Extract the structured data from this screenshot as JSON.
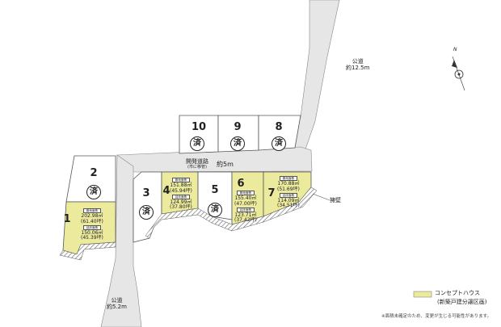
{
  "roads": {
    "north_road": {
      "label": "公道",
      "width": "約12.5m"
    },
    "south_road": {
      "label": "公道",
      "width": "約5.2m"
    },
    "dev_road": {
      "label": "開発道路",
      "note": "(市に移管)",
      "width": "約5m"
    }
  },
  "retaining_wall_label": "擁壁",
  "sold_mark": "済",
  "area_labels": {
    "site": "敷地面積",
    "floor": "延床面積"
  },
  "lots": [
    {
      "no": "1",
      "concept": true,
      "site_area": "202.98㎡",
      "site_tsubo": "(61.40坪)",
      "floor_area": "150.06㎡",
      "floor_tsubo": "(45.39坪)"
    },
    {
      "no": "2",
      "sold": true
    },
    {
      "no": "3",
      "sold": true
    },
    {
      "no": "4",
      "concept": true,
      "site_area": "151.88㎡",
      "site_tsubo": "(45.94坪)",
      "floor_area": "124.99㎡",
      "floor_tsubo": "(37.80坪)"
    },
    {
      "no": "5",
      "sold": true
    },
    {
      "no": "6",
      "concept": true,
      "site_area": "155.40㎡",
      "site_tsubo": "(47.00坪)",
      "floor_area": "123.71㎡",
      "floor_tsubo": "(37.42坪)"
    },
    {
      "no": "7",
      "concept": true,
      "site_area": "170.88㎡",
      "site_tsubo": "(51.69坪)",
      "floor_area": "114.09㎡",
      "floor_tsubo": "(34.51坪)"
    },
    {
      "no": "8",
      "sold": true
    },
    {
      "no": "9",
      "sold": true
    },
    {
      "no": "10",
      "sold": true
    }
  ],
  "compass": {
    "label": "N",
    "icon": "north-arrow-icon"
  },
  "legend": {
    "label": "コンセプトハウス",
    "sub": "(新築戸建分譲区画)",
    "color": "#ecea9c"
  },
  "note": "※面積未確定のため、変更が生じる可能性があります。",
  "colors": {
    "concept": "#ecea9c",
    "road": "#e6e6e6",
    "line": "#555555"
  }
}
